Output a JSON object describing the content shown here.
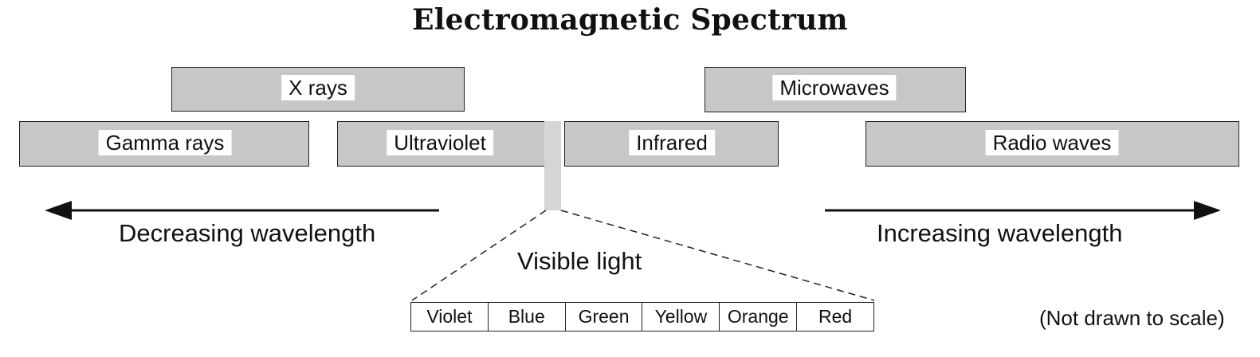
{
  "title": "Electromagnetic Spectrum",
  "bands": {
    "x_rays": "X rays",
    "microwaves": "Microwaves",
    "gamma_rays": "Gamma rays",
    "ultraviolet": "Ultraviolet",
    "infrared": "Infrared",
    "radio_waves": "Radio waves"
  },
  "arrows": {
    "decreasing": "Decreasing wavelength",
    "increasing": "Increasing wavelength"
  },
  "visible_light": {
    "title": "Visible light",
    "colors": [
      "Violet",
      "Blue",
      "Green",
      "Yellow",
      "Orange",
      "Red"
    ]
  },
  "note": "(Not drawn to scale)",
  "colors": {
    "band_fill": "#c6c7c9",
    "outline": "#222222",
    "label_background": "#ffffff"
  }
}
